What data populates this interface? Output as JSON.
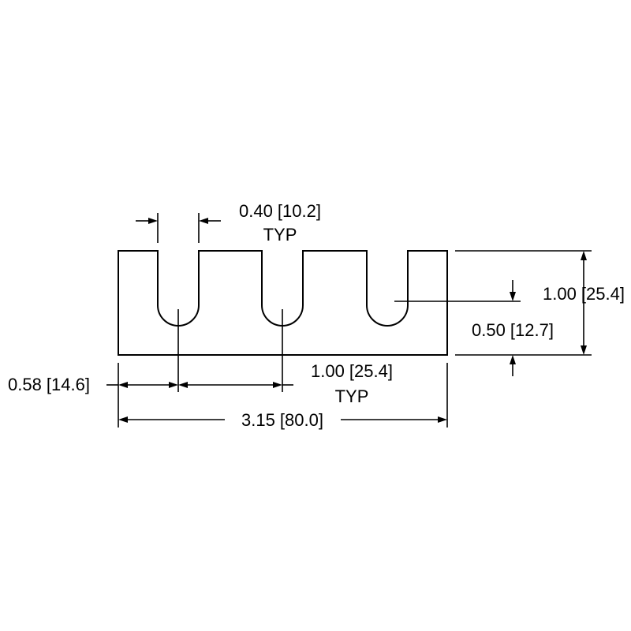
{
  "dimensions": {
    "slot_width": {
      "value": "0.40 [10.2]",
      "note": "TYP"
    },
    "total_height": {
      "value": "1.00 [25.4]"
    },
    "slot_depth": {
      "value": "0.50 [12.7]"
    },
    "first_slot_offset": {
      "value": "0.58 [14.6]"
    },
    "slot_pitch": {
      "value": "1.00 [25.4]",
      "note": "TYP"
    },
    "overall_length": {
      "value": "3.15 [80.0]"
    }
  },
  "colors": {
    "line": "#000000",
    "background": "#ffffff"
  }
}
